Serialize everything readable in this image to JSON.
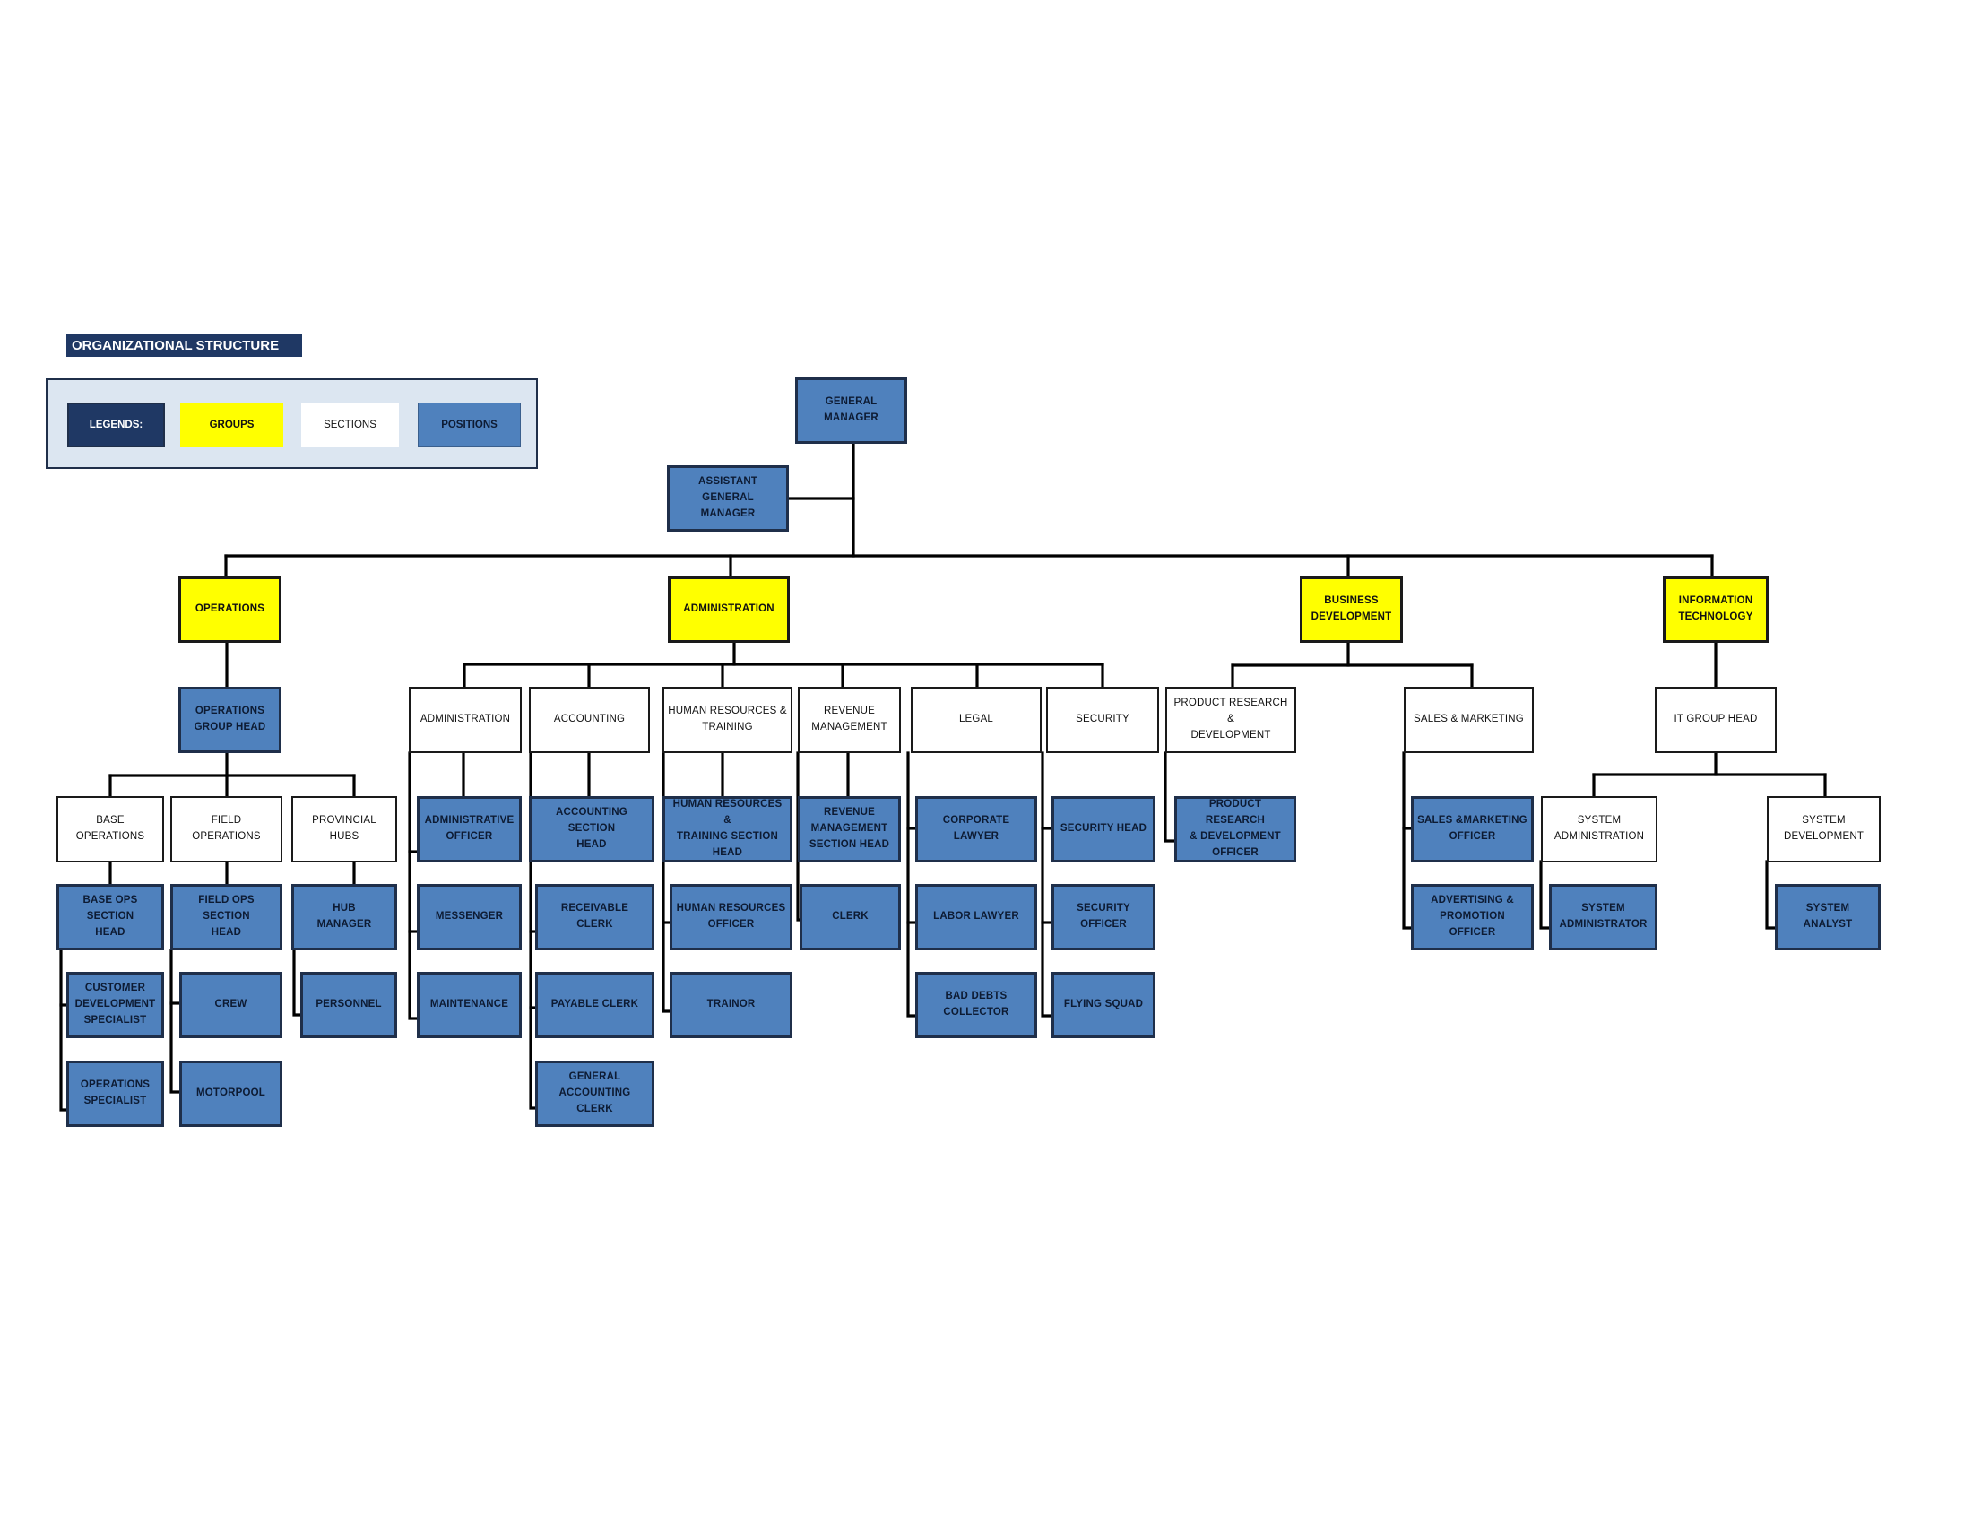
{
  "header": {
    "title": "ORGANIZATIONAL STRUCTURE"
  },
  "legend": {
    "label": "LEGENDS:",
    "groups": "GROUPS",
    "sections": "SECTIONS",
    "positions": "POSITIONS"
  },
  "colors": {
    "group": "#ffff00",
    "section": "#ffffff",
    "position": "#4f81bd",
    "title_bar": "#1f3864",
    "legend_panel": "#dce6f1"
  },
  "org": {
    "general_manager": "GENERAL\nMANAGER",
    "assistant_general_manager": "ASSISTANT GENERAL\nMANAGER",
    "groups": {
      "operations": "OPERATIONS",
      "administration": "ADMINISTRATION",
      "business_development": "BUSINESS\nDEVELOPMENT",
      "information_technology": "INFORMATION\nTECHNOLOGY"
    },
    "operations": {
      "group_head": "OPERATIONS\nGROUP HEAD",
      "base_operations": "BASE OPERATIONS",
      "field_operations": "FIELD OPERATIONS",
      "provincial_hubs": "PROVINCIAL HUBS",
      "base_ops_section_head": "BASE OPS SECTION\nHEAD",
      "customer_development_specialist": "CUSTOMER\nDEVELOPMENT\nSPECIALIST",
      "operations_specialist": "OPERATIONS\nSPECIALIST",
      "field_ops_section_head": "FIELD OPS SECTION\nHEAD",
      "crew": "CREW",
      "motorpool": "MOTORPOOL",
      "hub_manager": "HUB\nMANAGER",
      "personnel": "PERSONNEL"
    },
    "administration": {
      "administration": "ADMINISTRATION",
      "accounting": "ACCOUNTING",
      "human_resources_training": "HUMAN RESOURCES &\nTRAINING",
      "revenue_management": "REVENUE\nMANAGEMENT",
      "legal": "LEGAL",
      "security": "SECURITY",
      "administrative_officer": "ADMINISTRATIVE\nOFFICER",
      "messenger": "MESSENGER",
      "maintenance": "MAINTENANCE",
      "accounting_section_head": "ACCOUNTING SECTION\nHEAD",
      "receivable_clerk": "RECEIVABLE CLERK",
      "payable_clerk": "PAYABLE CLERK",
      "general_accounting_clerk": "GENERAL\nACCOUNTING CLERK",
      "hr_training_section_head": "HUMAN RESOURCES &\nTRAINING SECTION\nHEAD",
      "human_resources_officer": "HUMAN RESOURCES\nOFFICER",
      "trainor": "TRAINOR",
      "revenue_management_section_head": "REVENUE\nMANAGEMENT\nSECTION HEAD",
      "clerk": "CLERK",
      "corporate_lawyer": "CORPORATE LAWYER",
      "labor_lawyer": "LABOR LAWYER",
      "bad_debts_collector": "BAD DEBTS\nCOLLECTOR",
      "security_head": "SECURITY HEAD",
      "security_officer": "SECURITY OFFICER",
      "flying_squad": "FLYING SQUAD"
    },
    "business_development": {
      "product_research_development": "PRODUCT RESEARCH &\nDEVELOPMENT",
      "sales_marketing": "SALES & MARKETING",
      "product_research_development_officer": "PRODUCT RESEARCH\n& DEVELOPMENT\nOFFICER",
      "sales_marketing_officer": "SALES &MARKETING\nOFFICER",
      "advertising_promotion_officer": "ADVERTISING &\nPROMOTION OFFICER"
    },
    "information_technology": {
      "it_group_head": "IT GROUP HEAD",
      "system_administration": "SYSTEM\nADMINISTRATION",
      "system_development": "SYSTEM\nDEVELOPMENT",
      "system_administrator": "SYSTEM\nADMINISTRATOR",
      "system_analyst": "SYSTEM ANALYST"
    }
  }
}
